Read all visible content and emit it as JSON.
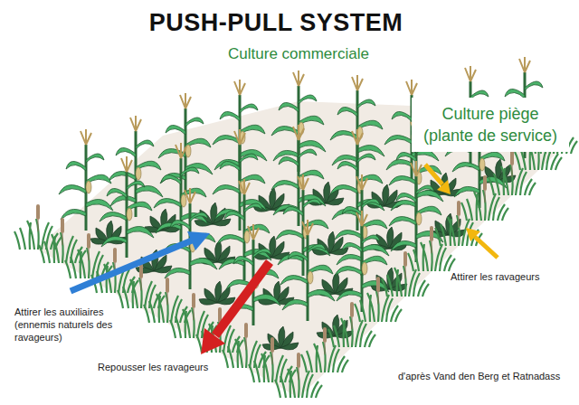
{
  "diagram": {
    "title": "PUSH-PULL SYSTEM",
    "caption": "d'après Vand den Berg et Ratnadass",
    "nodes": [
      {
        "text": [
          "Culture piège (plante de service)"
        ]
      }
    ],
    "labels": [
      "Culture commerciale",
      "Attirer les ravageurs",
      "Attirer les auxiliaires (ennemis naturels des ravageurs)",
      "Repousser les ravageurs"
    ]
  }
}
